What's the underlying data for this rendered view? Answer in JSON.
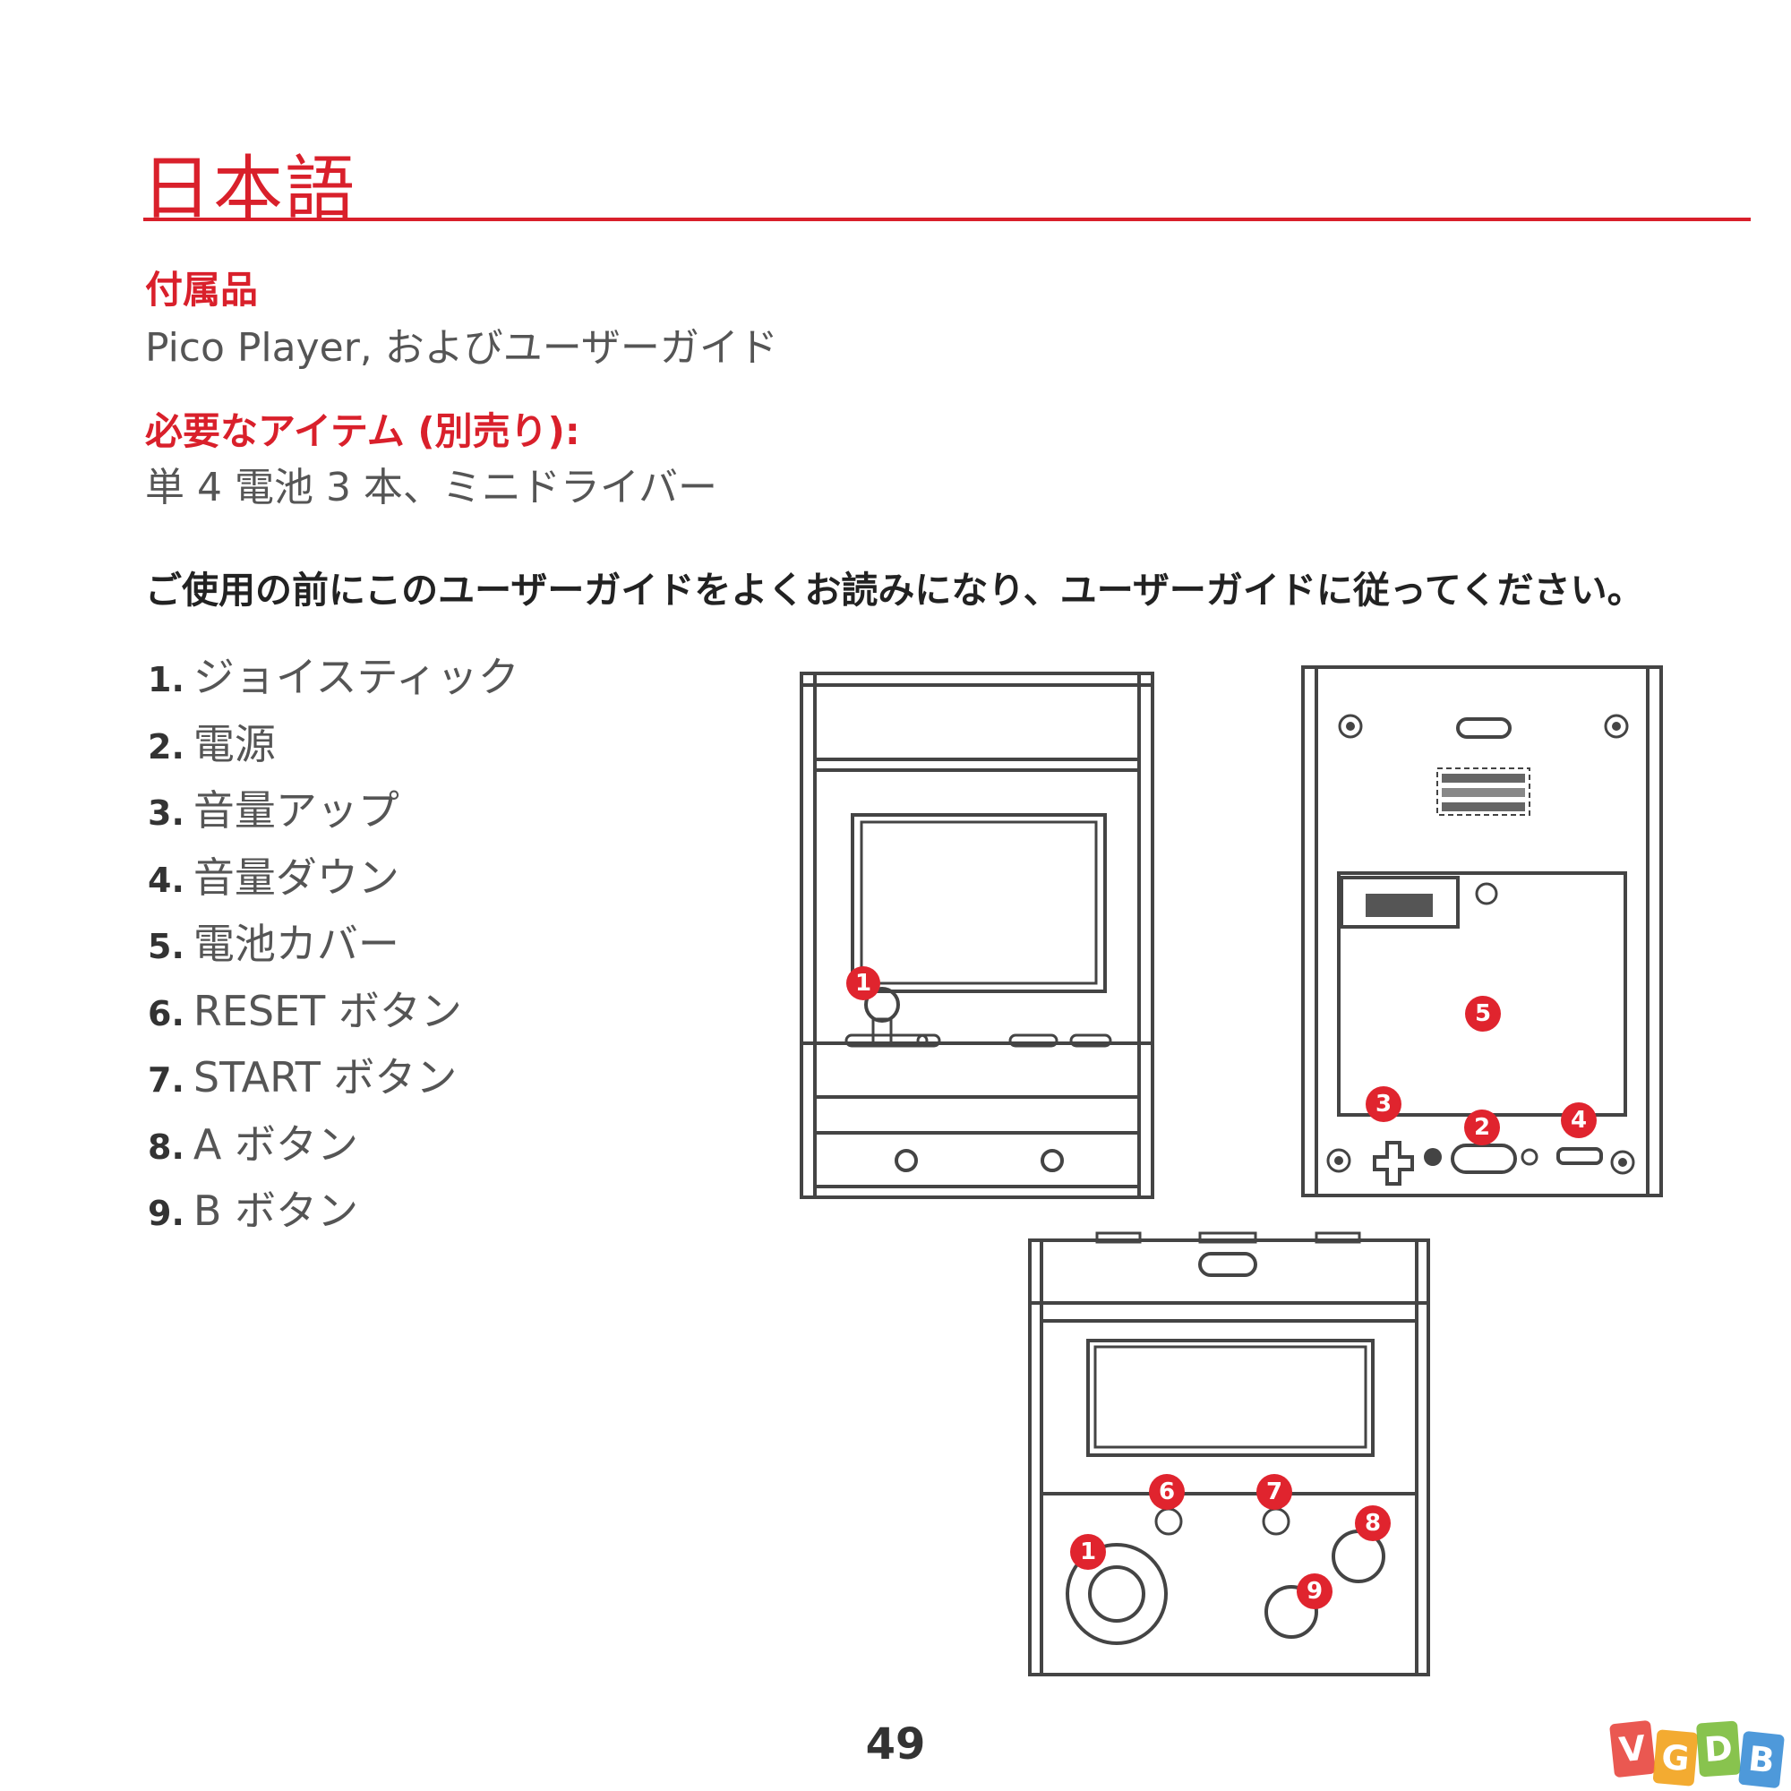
{
  "title": "日本語",
  "included": {
    "heading": "付属品",
    "text": "Pico Player, およびユーザーガイド"
  },
  "required": {
    "heading": "必要なアイテム (別売り):",
    "text": "単 4 電池 3 本、ミニドライバー"
  },
  "instruction": "ご使用の前にこのユーザーガイドをよくお読みになり、ユーザーガイドに従ってください。",
  "parts": [
    {
      "num": "1.",
      "label": "ジョイスティック"
    },
    {
      "num": "2.",
      "label": "電源"
    },
    {
      "num": "3.",
      "label": "音量アップ"
    },
    {
      "num": "4.",
      "label": "音量ダウン"
    },
    {
      "num": "5.",
      "label": "電池カバー"
    },
    {
      "num": "6.",
      "label": "RESET ボタン"
    },
    {
      "num": "7.",
      "label": "START ボタン"
    },
    {
      "num": "8.",
      "label": "A ボタン"
    },
    {
      "num": "9.",
      "label": "B ボタン"
    }
  ],
  "callouts": {
    "front_joystick": "1",
    "back_power": "2",
    "back_vol_up": "3",
    "back_vol_down": "4",
    "back_battery_cover": "5",
    "top_joystick": "1",
    "top_reset": "6",
    "top_start": "7",
    "top_a": "8",
    "top_b": "9"
  },
  "page_number": "49",
  "watermark": {
    "letters": [
      "V",
      "G",
      "D",
      "B"
    ],
    "colors": [
      "#e8473f",
      "#f2a31b",
      "#7cbd3b",
      "#3b8fd6"
    ]
  },
  "colors": {
    "accent": "#d9202b",
    "callout": "#e0242e"
  }
}
